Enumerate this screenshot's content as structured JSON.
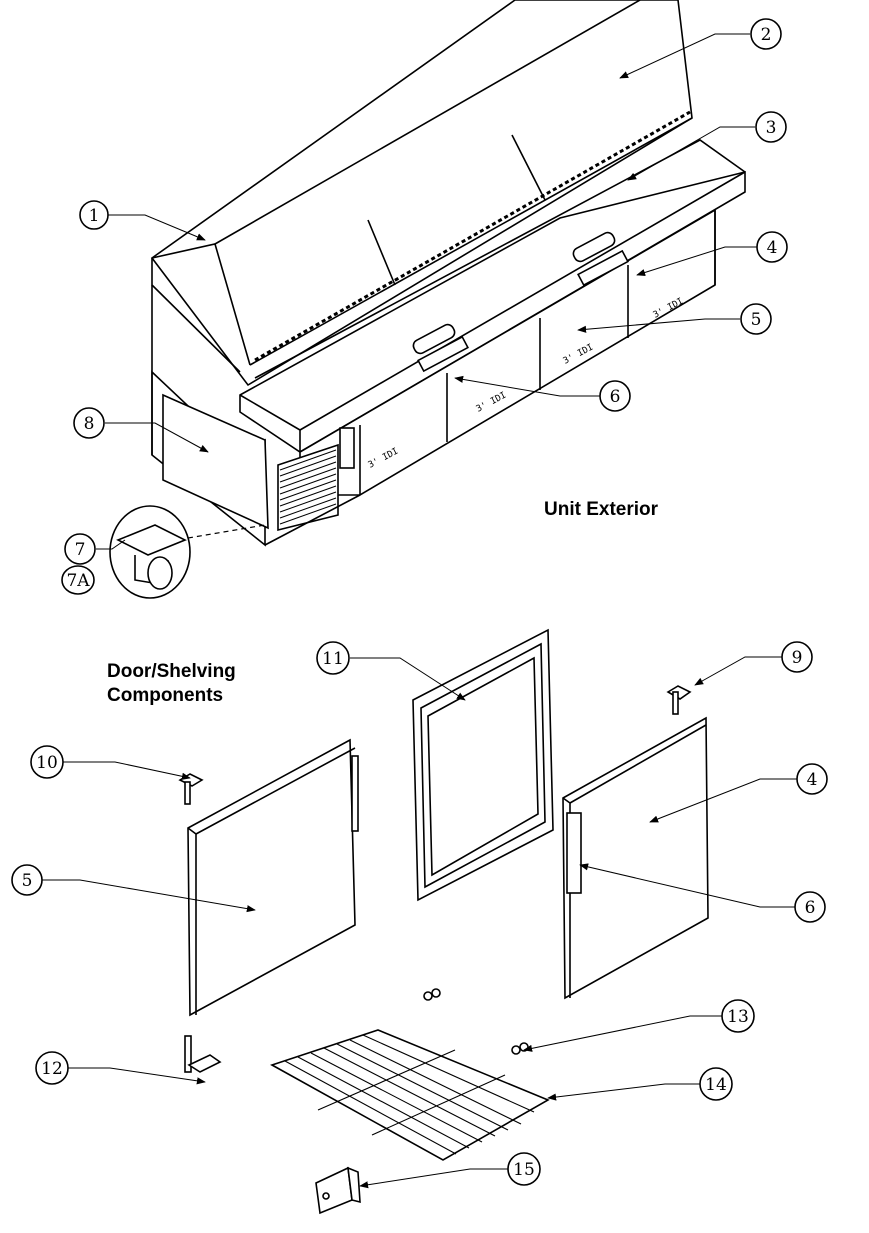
{
  "sections": {
    "unit_exterior": "Unit Exterior",
    "door_shelving_line1": "Door/Shelving",
    "door_shelving_line2": "Components"
  },
  "callouts": {
    "c1": "1",
    "c2": "2",
    "c3": "3",
    "c4a": "4",
    "c5a": "5",
    "c6a": "6",
    "c7": "7",
    "c7a": "7A",
    "c8": "8",
    "c9": "9",
    "c10": "10",
    "c11": "11",
    "c4b": "4",
    "c5b": "5",
    "c6b": "6",
    "c12": "12",
    "c13": "13",
    "c14": "14",
    "c15": "15"
  }
}
